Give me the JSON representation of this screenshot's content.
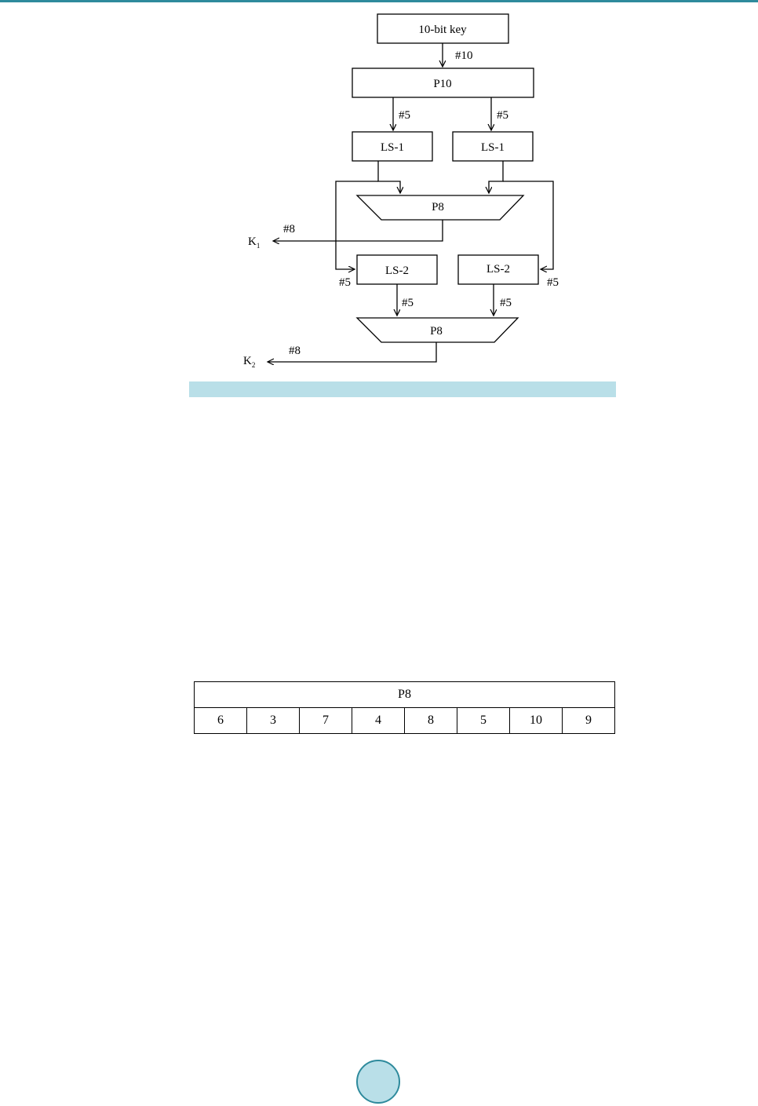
{
  "diagram": {
    "key_box": "10-bit key",
    "p10_box": "P10",
    "ls1_left": "LS-1",
    "ls1_right": "LS-1",
    "p8_top": "P8",
    "ls2_left": "LS-2",
    "ls2_right": "LS-2",
    "p8_bottom": "P8",
    "label_10": "#10",
    "label_5_a": "#5",
    "label_5_b": "#5",
    "label_5_c": "#5",
    "label_5_d": "#5",
    "label_5_e": "#5",
    "label_5_f": "#5",
    "label_8_k1": "#8",
    "label_8_k2": "#8",
    "k1": "K",
    "k1_sub": "1",
    "k2": "K",
    "k2_sub": "2"
  },
  "table": {
    "header": "P8",
    "cells": [
      "6",
      "3",
      "7",
      "4",
      "8",
      "5",
      "10",
      "9"
    ]
  }
}
